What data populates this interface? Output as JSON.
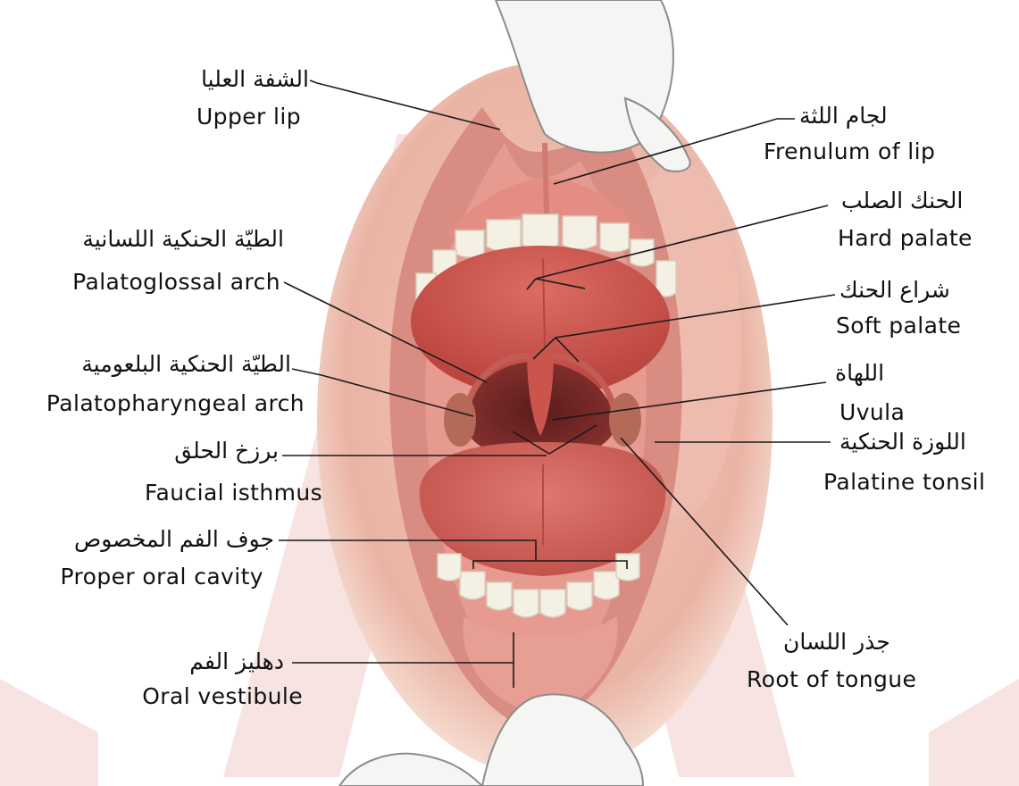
{
  "labels": {
    "upper_lip": {
      "ar": "الشفة العليا",
      "en": "Upper lip"
    },
    "frenulum_of_lip": {
      "ar": "لجام اللثة",
      "en": "Frenulum of lip"
    },
    "hard_palate": {
      "ar": "الحنك الصلب",
      "en": "Hard palate"
    },
    "palatoglossal_arch": {
      "ar": "الطيّة الحنكية اللسانية",
      "en": "Palatoglossal arch"
    },
    "soft_palate": {
      "ar": "شراع الحنك",
      "en": "Soft palate"
    },
    "palatopharyngeal_arch": {
      "ar": "الطيّة الحنكية البلعومية",
      "en": "Palatopharyngeal arch"
    },
    "uvula": {
      "ar": "اللهاة",
      "en": "Uvula"
    },
    "faucial_isthmus": {
      "ar": "برزخ الحلق",
      "en": "Faucial isthmus"
    },
    "palatine_tonsil": {
      "ar": "اللوزة الحنكية",
      "en": "Palatine tonsil"
    },
    "proper_oral_cavity": {
      "ar": "جوف الفم المخصوص",
      "en": "Proper oral cavity"
    },
    "root_of_tongue": {
      "ar": "جذر اللسان",
      "en": "Root of tongue"
    },
    "oral_vestibule": {
      "ar": "دهليز الفم",
      "en": "Oral vestibule"
    }
  },
  "colors": {
    "background": "#ffffff",
    "watermark": "#f7e3e1",
    "face_skin": "#f0c4b6",
    "lip": "#d6867c",
    "palate": "#c64d47",
    "throat": "#7a2a28",
    "tongue": "#d0645c",
    "teeth": "#f4efe2",
    "glove": "#f5f5f3",
    "leader_line": "#1a1a1a"
  }
}
